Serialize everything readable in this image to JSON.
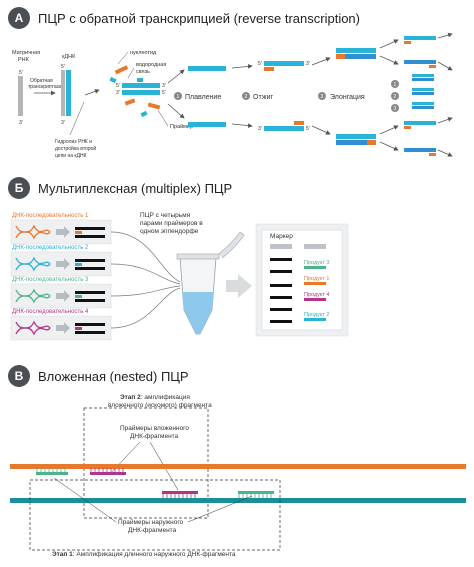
{
  "sectionA": {
    "badge": "А",
    "title": "ПЦР с обратной транскрипцией (reverse transcription)",
    "rna_label_1": "Матричная",
    "rna_label_2": "РНК",
    "cdna_label": "кДНК",
    "rt_label_1": "Обратная",
    "rt_label_2": "транскриптаза",
    "nucleotide": "нуклеотид",
    "hbond_1": "водородная",
    "hbond_2": "связь",
    "primer": "Праймер",
    "hydrolysis_1": "Гидролиз РНК и",
    "hydrolysis_2": "достройка второй",
    "hydrolysis_3": "цепи на кДНК",
    "step1_num": "1",
    "step1": "Плавление",
    "step2_num": "2",
    "step2": "Отжиг",
    "step3_num": "3",
    "step3": "Элонгация",
    "end_5": "5'",
    "end_3": "3'",
    "cycle_nums": [
      "1",
      "2",
      "3"
    ]
  },
  "sectionB": {
    "badge": "Б",
    "title": "Мультиплексная (multiplex) ПЦР",
    "seq_labels": [
      "ДНК-последовательность 1",
      "ДНК-последовательность 2",
      "ДНК-последовательность 3",
      "ДНК-последовательность 4"
    ],
    "tube_label_1": "ПЦР с четырьмя",
    "tube_label_2": "парами праймеров в",
    "tube_label_3": "одном эппендорфе",
    "marker": "Маркер",
    "products": [
      "Продукт 3",
      "Продукт 1",
      "Продукт 4",
      "Продукт 2"
    ]
  },
  "sectionC": {
    "badge": "В",
    "title": "Вложенная (nested) ПЦР",
    "stage2_bold": "Этап 2",
    "stage2_rest": ": амплификация",
    "stage2_line2": "вложенного (искомого) фрагмента",
    "inner_primers_1": "Праймеры вложенного",
    "inner_primers_2": "ДНК-фрагмента",
    "outer_primers_1": "Праймеры наружного",
    "outer_primers_2": "ДНК-фрагмента",
    "stage1_bold": "Этап 1",
    "stage1_rest": ": Амплификация длинного наружного ДНК-фрагмента"
  },
  "colors": {
    "cyan": "#29b3d6",
    "blue": "#2f8fd0",
    "orange": "#e8782c",
    "green": "#4fb38a",
    "magenta": "#b2358a",
    "teal": "#1a8f9a",
    "badge": "#4a4f55"
  }
}
